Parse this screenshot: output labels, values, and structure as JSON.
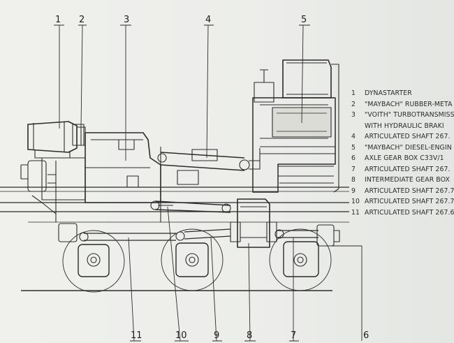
{
  "callouts": {
    "c1": "1",
    "c2": "2",
    "c3": "3",
    "c4": "4",
    "c5": "5",
    "c6": "6",
    "c7": "7",
    "c8": "8",
    "c9": "9",
    "c10": "10",
    "c11": "11"
  },
  "legend": [
    {
      "num": "1",
      "text": "DYNASTARTER"
    },
    {
      "num": "2",
      "text": "\"MAYBACH\" RUBBER-META"
    },
    {
      "num": "3",
      "text": "\"VOITH\" TURBOTRANSMISS",
      "cont": "WITH HYDRAULIC BRAKI"
    },
    {
      "num": "4",
      "text": "ARTICULATED SHAFT 267."
    },
    {
      "num": "5",
      "text": "\"MAYBACH\" DIESEL-ENGIN"
    },
    {
      "num": "6",
      "text": "AXLE GEAR BOX C33V/1"
    },
    {
      "num": "7",
      "text": "ARTICULATED SHAFT 267."
    },
    {
      "num": "8",
      "text": "INTERMEDIATE GEAR BOX"
    },
    {
      "num": "9",
      "text": "ARTICULATED SHAFT 267.7"
    },
    {
      "num": "10",
      "text": "ARTICULATED SHAFT 267.7"
    },
    {
      "num": "11",
      "text": "ARTICULATED SHAFT 267.6"
    }
  ]
}
